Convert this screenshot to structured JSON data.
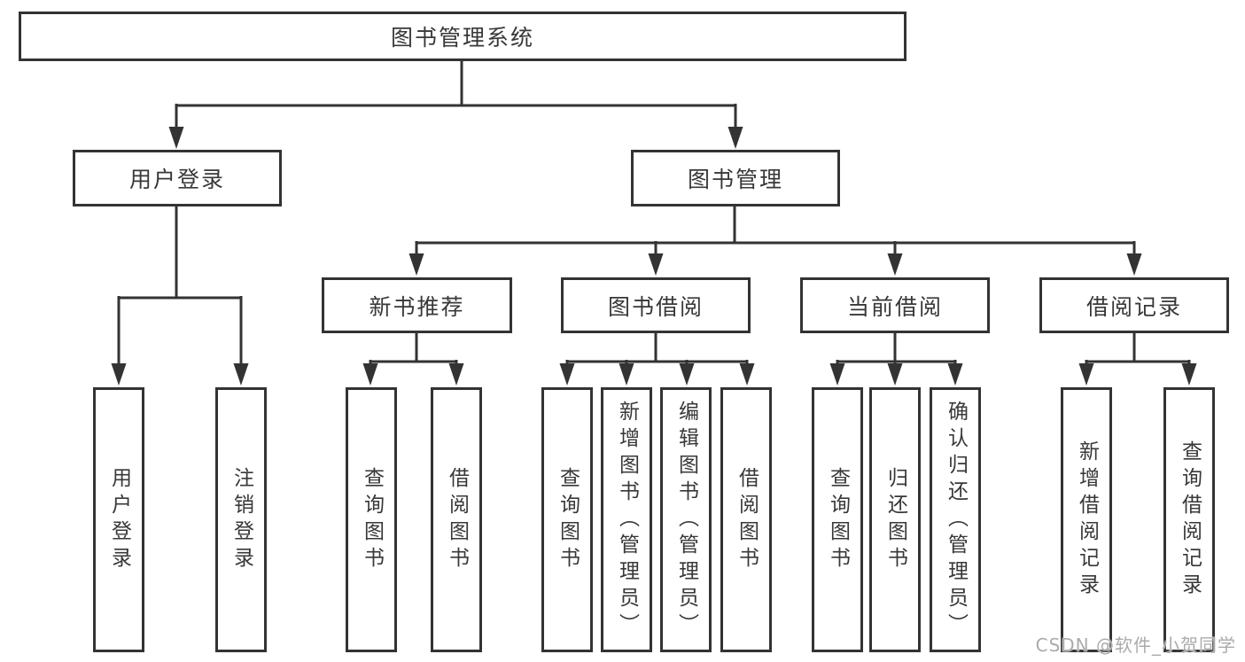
{
  "colors": {
    "line": "#333333",
    "border": "#333333",
    "text": "#383838",
    "background": "#ffffff",
    "watermark": "#ababab"
  },
  "root": {
    "label": "图书管理系统"
  },
  "level2": [
    {
      "label": "用户登录"
    },
    {
      "label": "图书管理"
    }
  ],
  "level3": [
    {
      "label": "新书推荐",
      "parent": "图书管理"
    },
    {
      "label": "图书借阅",
      "parent": "图书管理"
    },
    {
      "label": "当前借阅",
      "parent": "图书管理"
    },
    {
      "label": "借阅记录",
      "parent": "图书管理"
    }
  ],
  "leaves": [
    {
      "label": "用户登录",
      "parent": "用户登录"
    },
    {
      "label": "注销登录",
      "parent": "用户登录"
    },
    {
      "label": "查询图书",
      "parent": "新书推荐"
    },
    {
      "label": "借阅图书",
      "parent": "新书推荐"
    },
    {
      "label": "查询图书",
      "parent": "图书借阅"
    },
    {
      "label": "新增图书（管理员）",
      "parent": "图书借阅"
    },
    {
      "label": "编辑图书（管理员）",
      "parent": "图书借阅"
    },
    {
      "label": "借阅图书",
      "parent": "图书借阅"
    },
    {
      "label": "查询图书",
      "parent": "当前借阅"
    },
    {
      "label": "归还图书",
      "parent": "当前借阅"
    },
    {
      "label": "确认归还（管理员）",
      "parent": "当前借阅"
    },
    {
      "label": "新增借阅记录",
      "parent": "借阅记录"
    },
    {
      "label": "查询借阅记录",
      "parent": "借阅记录"
    }
  ],
  "watermark": {
    "text": "CSDN @软件_小贺同学"
  }
}
